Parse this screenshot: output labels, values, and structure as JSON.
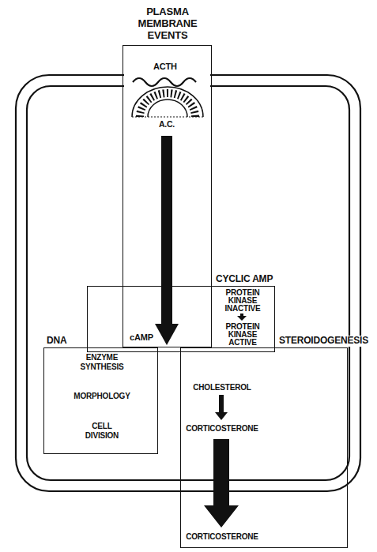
{
  "diagram": {
    "nodes": [
      {
        "text": [
          "PLASMA MEMBRANE EVENTS",
          "ACTH",
          "A.C.",
          "cAMP"
        ]
      },
      {
        "text": [
          "CYCLIC AMP",
          "PROTEIN KINASE INACTIVE",
          "PROTEIN KINASE ACTIVE"
        ]
      },
      {
        "text": [
          "DNA",
          "ENZYME SYNTHESIS",
          "MORPHOLOGY",
          "CELL DIVISION"
        ]
      },
      {
        "text": [
          "STEROIDOGENESIS",
          "CHOLESTEROL",
          "CORTICOSTERONE",
          "CORTICOSTERONE"
        ]
      }
    ]
  }
}
